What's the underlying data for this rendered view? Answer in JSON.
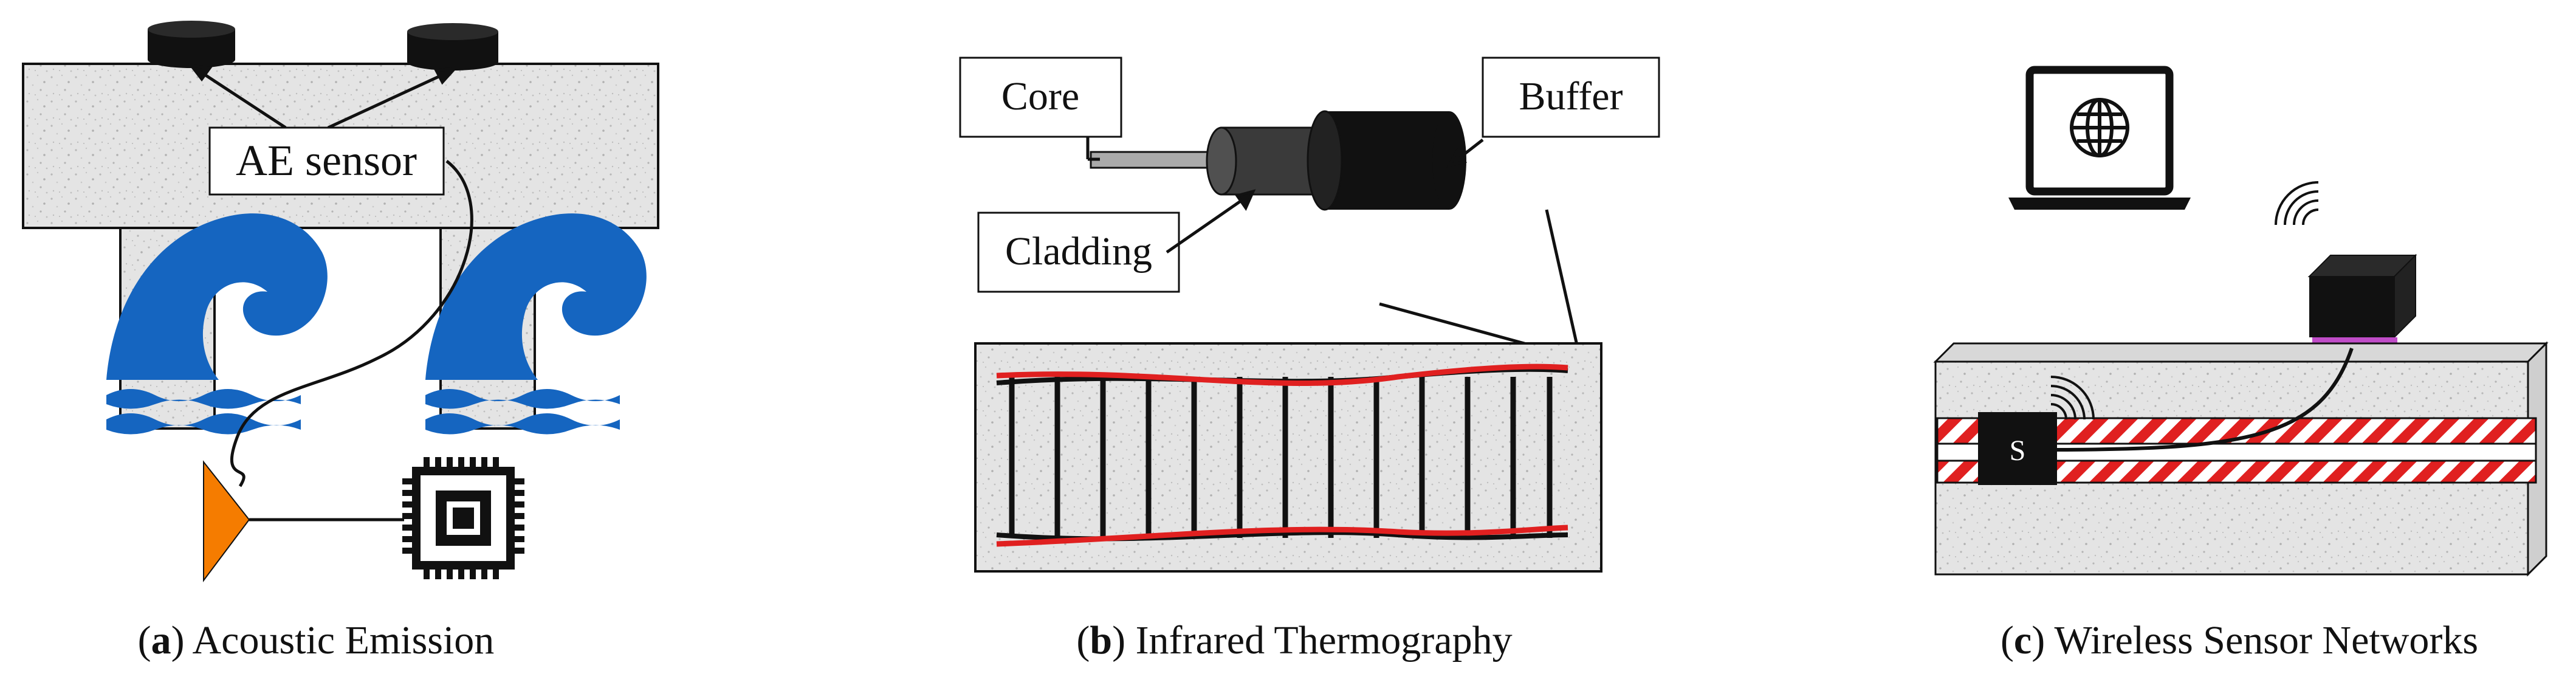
{
  "panel_a": {
    "label_box": "AE sensor",
    "caption_open": "(",
    "caption_letter": "a",
    "caption_rest": ") Acoustic Emission",
    "icons": [
      "ae-sensor-icon",
      "wave-icon",
      "amplifier-icon",
      "chip-icon"
    ]
  },
  "panel_b": {
    "core_label": "Core",
    "buffer_label": "Buffer",
    "cladding_label": "Cladding",
    "caption_open": "(",
    "caption_letter": "b",
    "caption_rest": ") Infrared Thermography",
    "icons": [
      "optical-fiber-icon",
      "rebar-cage-icon"
    ]
  },
  "panel_c": {
    "sensor_label": "S",
    "caption_open": "(",
    "caption_letter": "c",
    "caption_rest": ") Wireless Sensor Networks",
    "icons": [
      "laptop-icon",
      "globe-icon",
      "wireless-signal-icon",
      "gateway-box-icon"
    ]
  },
  "colors": {
    "concrete": "#e6e6e6",
    "water": "#1565c0",
    "amplifier": "#f57c00",
    "fiber_red": "#e02020",
    "gateway_pad": "#c04cc8",
    "outline": "#111111"
  }
}
